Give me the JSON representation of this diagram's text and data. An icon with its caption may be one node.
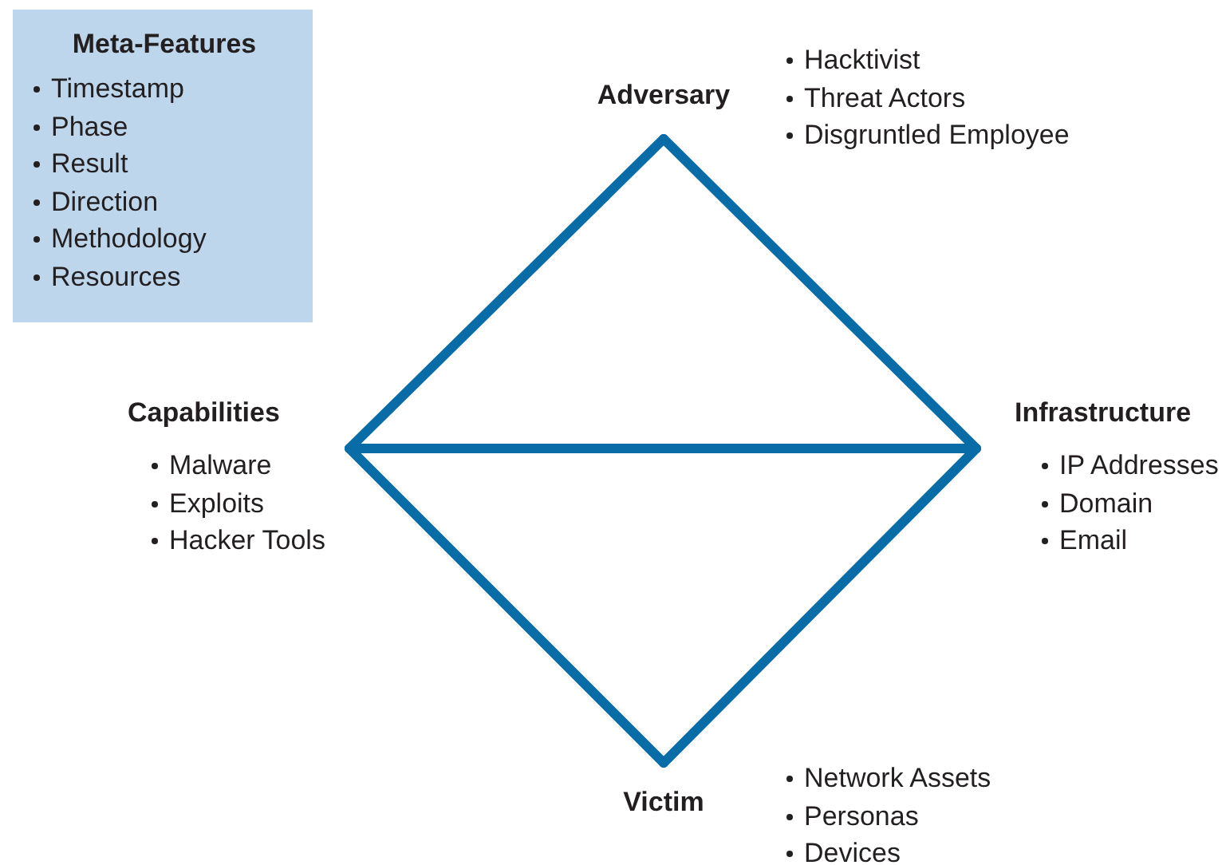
{
  "diagram": {
    "nodes": [
      {
        "text": [
          "Meta-Features",
          "Timestamp",
          "Phase",
          "Result",
          "Direction",
          "Methodology",
          "Resources"
        ]
      },
      {
        "text": [
          "Adversary"
        ],
        "beside": [
          "Hacktivist",
          "Threat Actors",
          "Disgruntled Employee"
        ]
      },
      {
        "text": [
          "Capabilities"
        ],
        "beside": [
          "Malware",
          "Exploits",
          "Hacker Tools"
        ]
      },
      {
        "text": [
          "Infrastructure"
        ],
        "beside": [
          "IP Addresses",
          "Domain",
          "Email"
        ]
      },
      {
        "text": [
          "Victim"
        ],
        "beside": [
          "Network Assets",
          "Personas",
          "Devices"
        ]
      }
    ],
    "edges": [
      {
        "from": 1,
        "to": 3,
        "arrow": "none"
      },
      {
        "from": 3,
        "to": 4,
        "arrow": "none"
      },
      {
        "from": 4,
        "to": 2,
        "arrow": "none"
      },
      {
        "from": 2,
        "to": 1,
        "arrow": "none"
      },
      {
        "from": 2,
        "to": 3,
        "arrow": "none"
      }
    ]
  }
}
